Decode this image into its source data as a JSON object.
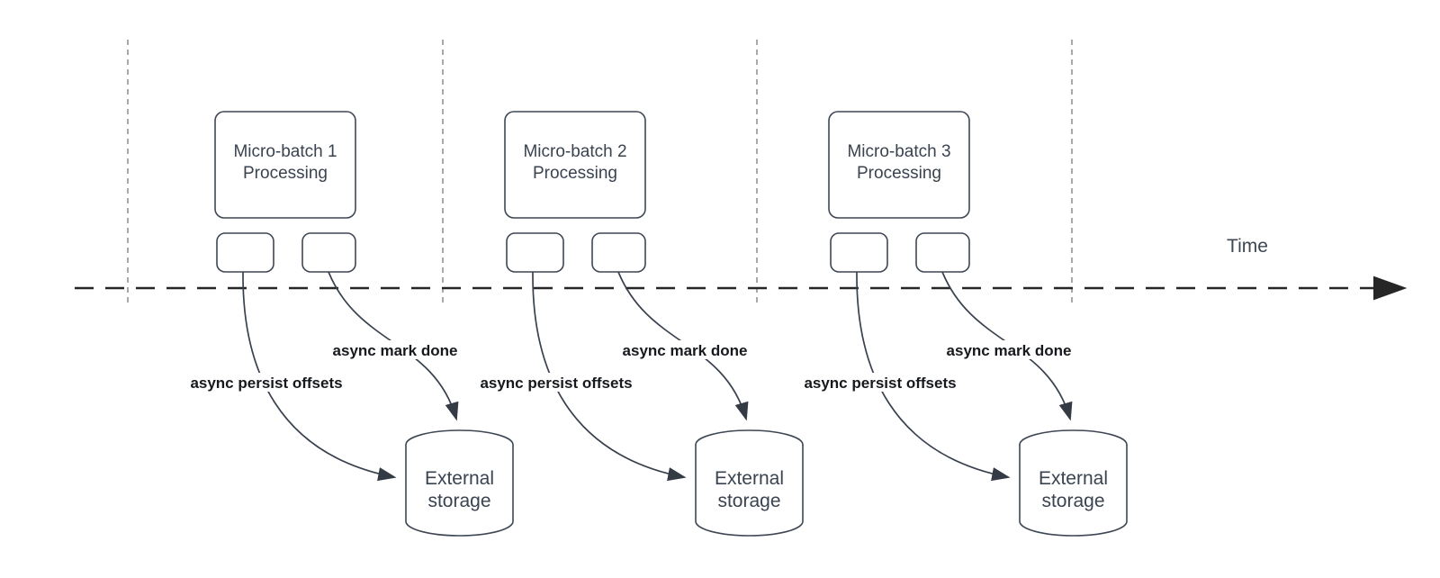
{
  "colors": {
    "shape_stroke": "#3e4754",
    "edge_stroke": "#39414e",
    "arrow_fill": "#343b45",
    "timeline": "#262626",
    "separator": "#a9a9a9",
    "label_text": "#16191d",
    "node_text": "#3a4350",
    "time_text": "#3d4653"
  },
  "diagram": {
    "time_label": "Time",
    "groups": [
      {
        "title_line1": "Micro-batch 1",
        "title_line2": "Processing",
        "persist_label": "async persist offsets",
        "done_label": "async mark done",
        "storage_line1": "External",
        "storage_line2": "storage"
      },
      {
        "title_line1": "Micro-batch 2",
        "title_line2": "Processing",
        "persist_label": "async persist offsets",
        "done_label": "async mark done",
        "storage_line1": "External",
        "storage_line2": "storage"
      },
      {
        "title_line1": "Micro-batch 3",
        "title_line2": "Processing",
        "persist_label": "async persist offsets",
        "done_label": "async mark done",
        "storage_line1": "External",
        "storage_line2": "storage"
      }
    ]
  }
}
